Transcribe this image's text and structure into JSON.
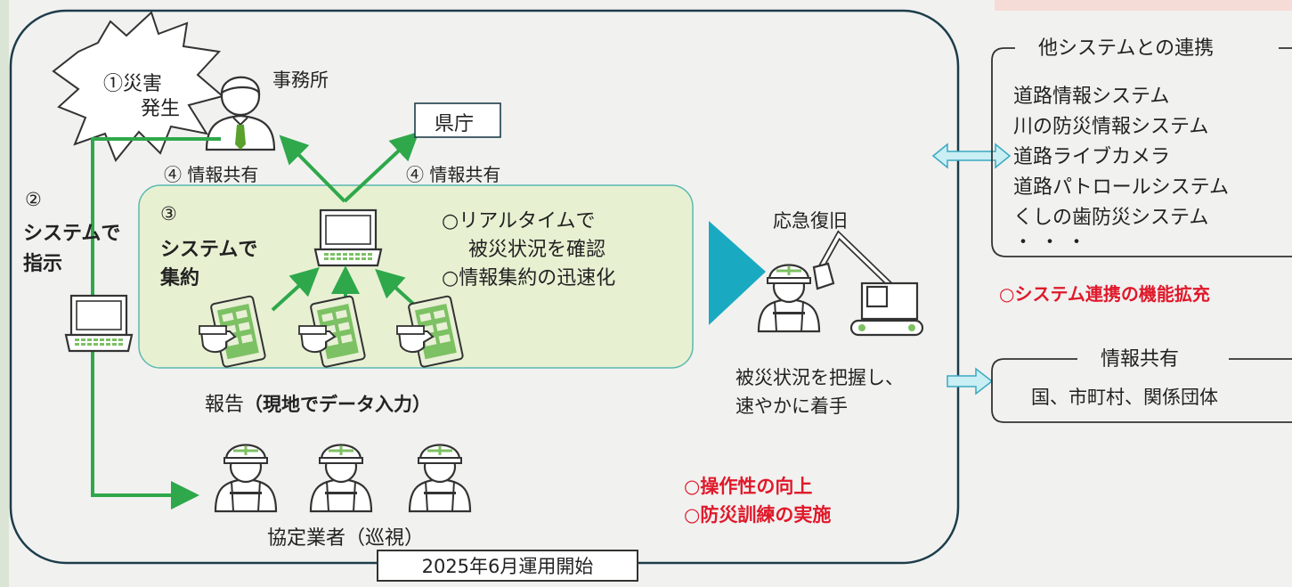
{
  "step1": {
    "line1": "①災害",
    "line2": "発生"
  },
  "office_label": "事務所",
  "prefecture_label": "県庁",
  "share_left": "④ 情報共有",
  "share_right": "④ 情報共有",
  "step2": {
    "num": "②",
    "line1": "システムで",
    "line2": "指示"
  },
  "step3": {
    "num": "③",
    "line1": "システムで",
    "line2": "集約"
  },
  "features": {
    "line1": "○リアルタイムで",
    "line2": "被災状況を確認",
    "line3": "○情報集約の迅速化"
  },
  "report": {
    "normal": "報告",
    "bold": "（現地でデータ入力）"
  },
  "contractors_label": "協定業者（巡視）",
  "improvements": {
    "line1": "○操作性の向上",
    "line2": "○防災訓練の実施"
  },
  "start_label": "2025年6月運用開始",
  "recovery": {
    "title": "応急復旧",
    "desc1": "被災状況を把握し、",
    "desc2": "速やかに着手"
  },
  "other_systems": {
    "title": "他システムとの連携",
    "items": [
      "道路情報システム",
      "川の防災情報システム",
      "道路ライブカメラ",
      "道路パトロールシステム",
      "くしの歯防災システム",
      "・・・"
    ]
  },
  "expansion": "○システム連携の機能拡充",
  "info_share": {
    "title": "情報共有",
    "body": "国、市町村、関係団体"
  },
  "colors": {
    "green_arrow": "#2ea84a",
    "panel_fill": "#e7f1d2",
    "outline": "#1d3d4a",
    "teal_triangle": "#19aac1",
    "accent_red": "#e0192a"
  }
}
